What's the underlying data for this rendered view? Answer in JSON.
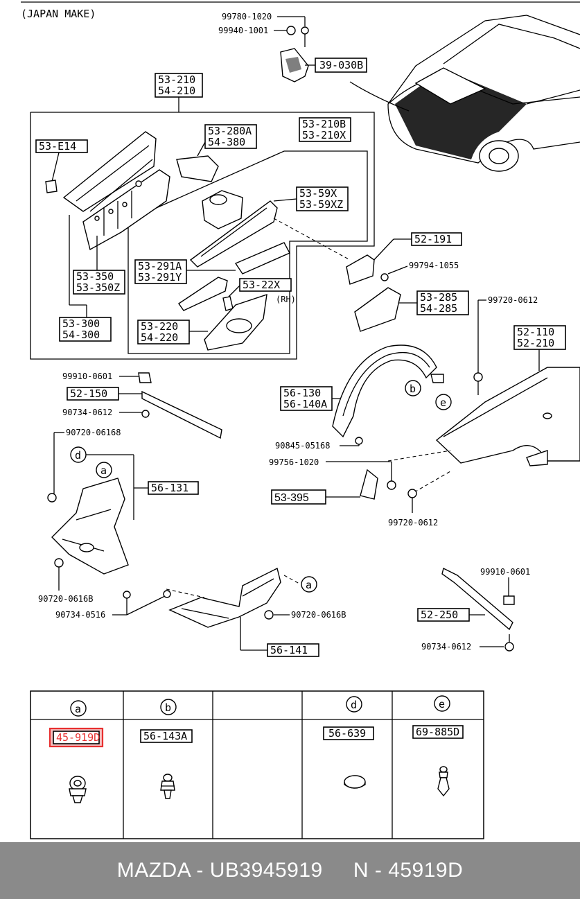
{
  "header": {
    "note": "(JAPAN MAKE)"
  },
  "parts": {
    "p99780": "99780-1020",
    "p99940": "99940-1001",
    "p39030B": "39-030B",
    "p53210": "53-210",
    "p54210": "54-210",
    "p53E14": "53-E14",
    "p53280A": "53-280A",
    "p54380": "54-380",
    "p53210B": "53-210B",
    "p53210X": "53-210X",
    "p5359X": "53-59X",
    "p5359XZ": "53-59XZ",
    "p53291A": "53-291A",
    "p53291Y": "53-291Y",
    "p5322X": "53-22X",
    "rh": "(RH)",
    "p53220": "53-220",
    "p54220": "54-220",
    "p53350": "53-350",
    "p53350Z": "53-350Z",
    "p53300": "53-300",
    "p54300": "54-300",
    "p52191": "52-191",
    "p99794": "99794-1055",
    "p53285": "53-285",
    "p54285": "54-285",
    "p99720a": "99720-0612",
    "p52110": "52-110",
    "p52210": "52-210",
    "p99910a": "99910-0601",
    "p52150": "52-150",
    "p90734a": "90734-0612",
    "p90720a": "90720-06168",
    "p56130": "56-130",
    "p56140A": "56-140A",
    "p90845": "90845-05168",
    "p99756": "99756-1020",
    "p53395": "53-395",
    "p99720b": "99720-0612",
    "p56131": "56-131",
    "p90720b": "90720-0616B",
    "p90734b": "90734-0516",
    "p90720c": "90720-0616B",
    "p56141": "56-141",
    "p99910b": "99910-0601",
    "p52250": "52-250",
    "p90734c": "90734-0612"
  },
  "callouts": {
    "a": "a",
    "b": "b",
    "d": "d",
    "e": "e"
  },
  "legend": {
    "columns": [
      {
        "letter": "a",
        "part": "45-919D",
        "highlight": true
      },
      {
        "letter": "b",
        "part": "56-143A",
        "highlight": false
      },
      {
        "letter": "",
        "part": "",
        "highlight": false
      },
      {
        "letter": "d",
        "part": "56-639",
        "highlight": false
      },
      {
        "letter": "e",
        "part": "69-885D",
        "highlight": false
      }
    ],
    "highlight_color": "#e83030"
  },
  "footer": {
    "text": "MAZDA - UB3945919     N - 45919D"
  }
}
